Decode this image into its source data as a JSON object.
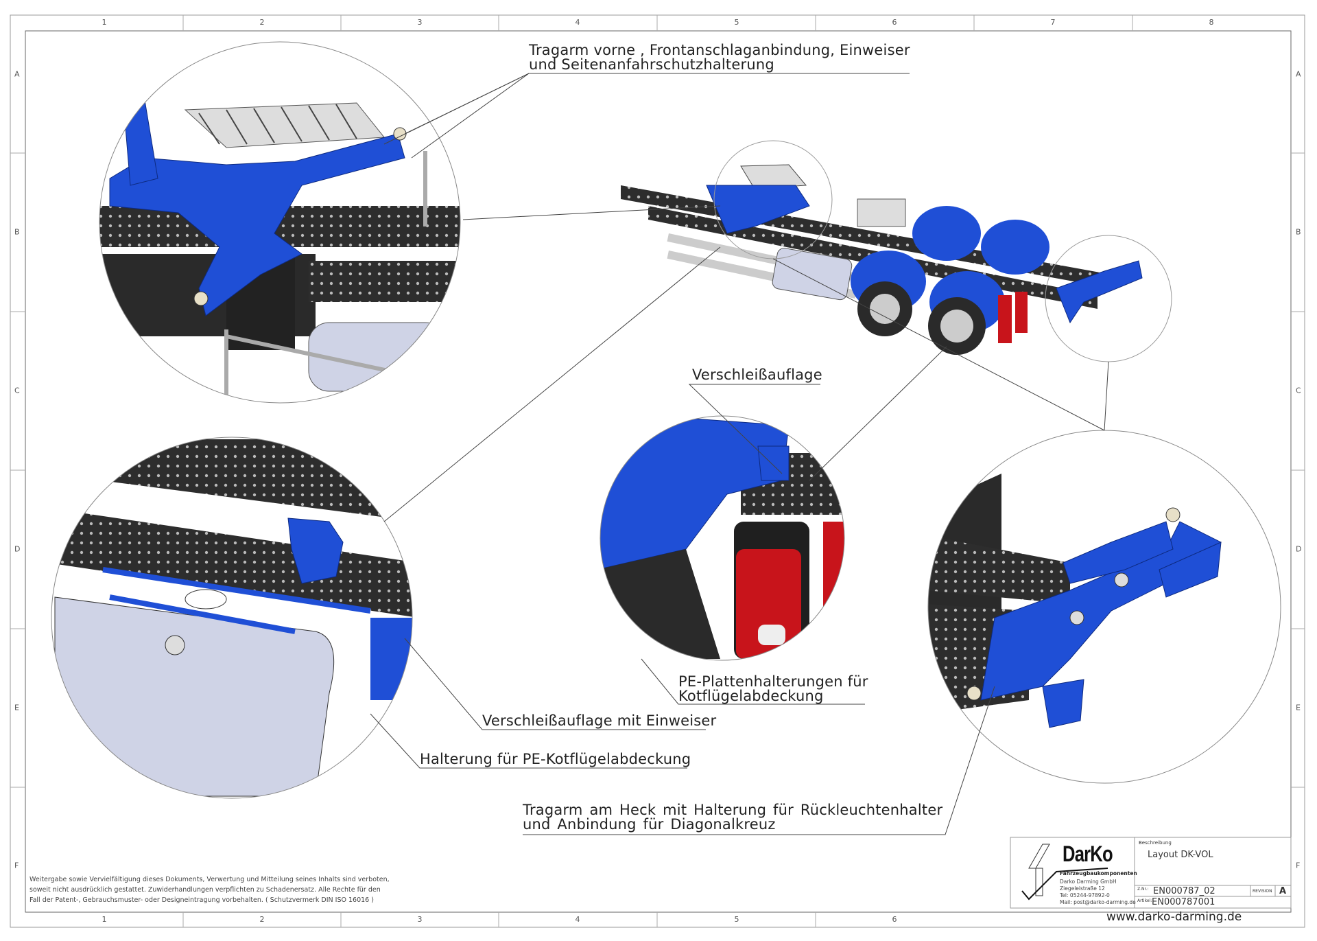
{
  "grid": {
    "columns": [
      "1",
      "2",
      "3",
      "4",
      "5",
      "6",
      "7",
      "8"
    ],
    "rows": [
      "A",
      "B",
      "C",
      "D",
      "E",
      "F"
    ]
  },
  "callouts": {
    "front_arm": [
      "Tragarm vorne , Frontanschlaganbindung, Einweiser",
      "und Seitenanfahrschutzhalterung"
    ],
    "wear_pad": "Verschleißauflage",
    "pe_holders": [
      "PE-Plattenhalterungen für",
      "Kotflügelabdeckung"
    ],
    "wear_pad_guide": "Verschleißauflage mit Einweiser",
    "pe_bracket": "Halterung für PE-Kotflügelabdeckung",
    "rear_arm": [
      "Tragarm am Heck mit Halterung für Rückleuchtenhalter",
      "und Anbindung für Diagonalkreuz"
    ]
  },
  "legal_notice": [
    "Weitergabe sowie Vervielfältigung dieses Dokuments, Verwertung und Mitteilung seines Inhalts sind verboten,",
    "soweit nicht ausdrücklich gestattet. Zuwiderhandlungen verpflichten zu Schadenersatz. Alle Rechte für den",
    "Fall der Patent-, Gebrauchsmuster- oder Designeintragung vorbehalten. ( Schutzvermerk DIN ISO 16016 )"
  ],
  "title_block": {
    "logo_text": "DarKo",
    "logo_subtitle": "Fahrzeugbaukomponenten",
    "company": "Darko Darming GmbH",
    "street": "Ziegeleistraße 12",
    "phone": "Tel: 05244-97892-0",
    "mail": "Mail: post@darko-darming.de",
    "description_label": "Beschreibung",
    "description": "Layout DK-VOL",
    "drawing_no_label": "Z.Nr.:",
    "drawing_no": "EN000787_02",
    "revision_label": "REVISION",
    "revision": "A",
    "article_label": "Artikel:",
    "article": "EN000787001",
    "website": "www.darko-darming.de"
  },
  "colors": {
    "part_blue": "#1f4fd6",
    "frame_dark": "#2b2b2b",
    "tank_grey": "#cfd3e6",
    "light_red": "#c8141b"
  }
}
